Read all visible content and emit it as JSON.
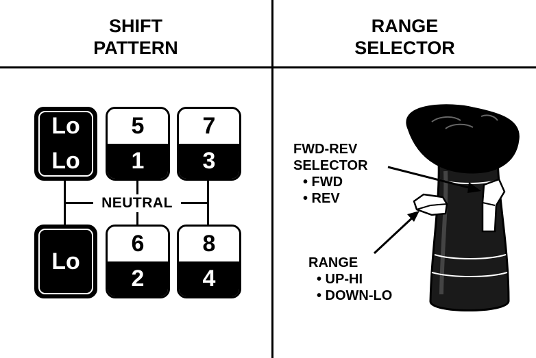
{
  "headers": {
    "left": [
      "SHIFT",
      "PATTERN"
    ],
    "right": [
      "RANGE",
      "SELECTOR"
    ]
  },
  "shift_pattern": {
    "neutral_label": "NEUTRAL",
    "top_row": [
      {
        "top": "Lo",
        "bottom": "Lo",
        "style": "dark"
      },
      {
        "top": "5",
        "bottom": "1",
        "style": "split"
      },
      {
        "top": "7",
        "bottom": "3",
        "style": "split"
      }
    ],
    "bottom_row": [
      {
        "label": "Lo",
        "style": "dark"
      },
      {
        "top": "6",
        "bottom": "2",
        "style": "split"
      },
      {
        "top": "8",
        "bottom": "4",
        "style": "split"
      }
    ]
  },
  "range_selector": {
    "fwd_rev": {
      "title_lines": [
        "FWD-REV",
        "SELECTOR"
      ],
      "options": [
        "• FWD",
        "• REV"
      ]
    },
    "range": {
      "title": "RANGE",
      "options": [
        "• UP-HI",
        "• DOWN-LO"
      ]
    }
  }
}
